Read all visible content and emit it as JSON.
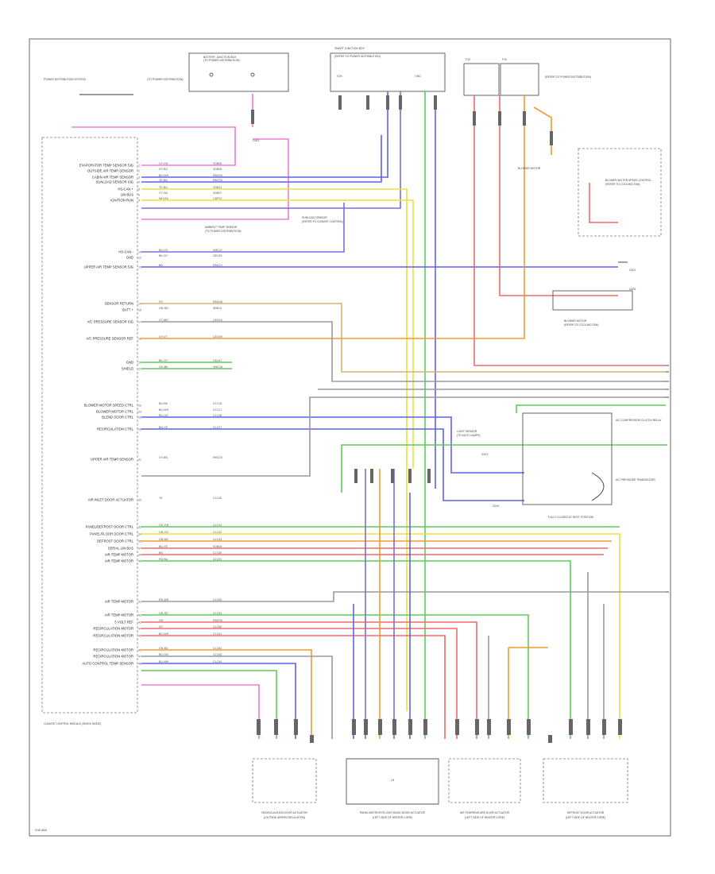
{
  "page_label": "CHS-ABS",
  "module": {
    "name": "CLIMATE CONTROL MODULE (MIXED MODE)"
  },
  "top_components": {
    "fuse_box_left": "BATTERY JUNCTION BOX",
    "fuse_box_left_note": "(TO POWER DISTRIBUTION)",
    "fuse_box_center": "SMART JUNCTION BOX",
    "fuse_box_center_note": "(REFER TO POWER DISTRIBUTION)",
    "left_note": "POWER DISTRIBUTION SYSTEM",
    "fuse_center_1": "SJB",
    "fuse_center_2": "GND",
    "fuse_right_1": "F12",
    "fuse_right_2": "F10",
    "ground_label": "G301",
    "right_note": "(REFER TO POWER DISTRIBUTION)"
  },
  "module_pins": [
    {
      "pin": "1",
      "label": "EVAPORATOR TEMP SENSOR SIG",
      "wire": "GY-GN",
      "cct": "VDB06"
    },
    {
      "pin": "2",
      "label": "OUTSIDE AIR TEMP SENSOR",
      "wire": "GY-BU",
      "cct": "VDB08"
    },
    {
      "pin": "3",
      "label": "CABIN AIR TEMP SENSOR",
      "wire": "BU-WH",
      "cct": "RMC04"
    },
    {
      "pin": "4",
      "label": "SUNLOAD SENSOR SIG",
      "wire": "YE-BU",
      "cct": "RMC34"
    },
    {
      "pin": "5",
      "label": "HS-CAN +",
      "wire": "YE-BU",
      "cct": "VDB12"
    },
    {
      "pin": "6",
      "label": "LIN BUS",
      "wire": "VT-GN",
      "cct": "VDB07"
    },
    {
      "pin": "9",
      "label": "IGNITION RUN",
      "wire": "WH-BU",
      "cct": "CBP22"
    },
    {
      "pin": "10",
      "label": "HS-CAN -",
      "wire": "BU-GY",
      "cct": "VMC17"
    },
    {
      "pin": "12",
      "label": "GND",
      "wire": "BK-GY",
      "cct": "GD139"
    },
    {
      "pin": "13",
      "label": "UPPER AIR TEMP SENSOR SIG",
      "wire": "BN",
      "cct": "RMC21"
    },
    {
      "pin": "14",
      "label": "SENSOR RETURN",
      "wire": "GY",
      "cct": "RMC26"
    },
    {
      "pin": "15",
      "label": "BATT +",
      "wire": "GN-RD",
      "cct": "SBB14"
    },
    {
      "pin": "17",
      "label": "A/C PRESSURE SENSOR SIG",
      "wire": "VT-WH",
      "cct": "CEG16"
    },
    {
      "pin": "18",
      "label": "A/C PRESSURE SENSOR REF",
      "wire": "GY-VT",
      "cct": "CEG09"
    },
    {
      "pin": "20",
      "label": "GND",
      "wire": "BK-GY",
      "cct": "GD147"
    },
    {
      "pin": "21",
      "label": "SHIELD",
      "wire": "OG-BK",
      "cct": "VMC18"
    },
    {
      "pin": "22",
      "label": "BLOWER MOTOR SPEED CTRL",
      "wire": "BU-BK",
      "cct": "CLC16"
    },
    {
      "pin": "23",
      "label": "BLOWER MOTOR CTRL",
      "wire": "BU-WH",
      "cct": "CLC17"
    },
    {
      "pin": "26",
      "label": "BLEND DOOR CTRL",
      "wire": "BU-OG",
      "cct": "CLC36"
    },
    {
      "pin": "28",
      "label": "RECIRCULATION CTRL",
      "wire": "BN-YE",
      "cct": "CLC27"
    },
    {
      "pin": "31",
      "label": "UPPER AIR TEMP SENSOR",
      "wire": "GY-BN",
      "cct": "RMC23"
    },
    {
      "pin": "32",
      "label": "AIR INLET DOOR ACTUATOR",
      "wire": "YE",
      "cct": "CLC40"
    },
    {
      "pin": "33",
      "label": "PANEL/DEFROST DOOR CTRL",
      "wire": "OG-GN",
      "cct": "CLC41"
    },
    {
      "pin": "34",
      "label": "PANEL/FLOOR DOOR CTRL",
      "wire": "GN-OG",
      "cct": "CLC42"
    },
    {
      "pin": "35",
      "label": "DEFROST DOOR CTRL",
      "wire": "GN-BN",
      "cct": "CLC43"
    },
    {
      "pin": "37",
      "label": "SERIAL LIN BUS",
      "wire": "BU-YE",
      "cct": "VDB04"
    },
    {
      "pin": "39",
      "label": "AIR TEMP MOTOR",
      "wire": "BN",
      "cct": "CLC50"
    },
    {
      "pin": "40",
      "label": "AIR TEMP MOTOR",
      "wire": "RD-BU",
      "cct": "CLC51"
    },
    {
      "pin": "41",
      "label": "AIR TEMP MOTOR",
      "wire": "RD-WH",
      "cct": "CLC52"
    },
    {
      "pin": "42",
      "label": "AIR TEMP MOTOR",
      "wire": "GN-RD",
      "cct": "CLC53"
    },
    {
      "pin": "43",
      "label": "5 VOLT REF",
      "wire": "OG",
      "cct": "RMC30"
    },
    {
      "pin": "44",
      "label": "RECIRCULATION MOTOR",
      "wire": "GY",
      "cct": "CLC60"
    },
    {
      "pin": "45",
      "label": "RECIRCULATION MOTOR",
      "wire": "BU-WH",
      "cct": "CLC61"
    },
    {
      "pin": "46",
      "label": "RECIRCULATION MOTOR",
      "wire": "GN-BU",
      "cct": "CLC62"
    },
    {
      "pin": "47",
      "label": "RECIRCULATION MOTOR",
      "wire": "BU-GN",
      "cct": "CLC63"
    },
    {
      "pin": "48",
      "label": "AUTO CONTROL TEMP SENSOR",
      "wire": "BU-WH",
      "cct": "CLC64"
    }
  ],
  "mid_components": {
    "ambient_sensor": "AMBIENT TEMP SENSOR",
    "ambient_sensor_note": "(TO POWER DISTRIBUTION)",
    "sunload_sensor": "SUNLOAD SENSOR",
    "sunload_note": "(REFER TO CLIMATE CONTROL)",
    "blower_module": "BLOWER MOTOR SPEED CONTROL",
    "blower_motor": "BLOWER MOTOR",
    "blower_note": "(REFER TO COOLING FAN)",
    "ground_1": "G201",
    "ground_2": "G203",
    "splice_1": "S201",
    "splice_2": "S205",
    "light_sensor": "LIGHT SENSOR",
    "light_sensor_note": "(TO AUTO LAMPS)",
    "ac_compressor": "A/C COMPRESSOR CLUTCH RELAY",
    "ac_pressure": "A/C PRESSURE TRANSDUCER",
    "ac_note": "FULLY CLOSED AT REST POSITION"
  },
  "bottom_actuators": [
    {
      "name": "RECIRCULATION DOOR ACTUATOR",
      "note": "(OUTSIDE AIR/RECIRCULATION)"
    },
    {
      "name": "PANEL/DEFROST/FLOOR MODE DOOR ACTUATOR",
      "note": "(LEFT SIDE OF HEATER CORE)",
      "extra": "LH"
    },
    {
      "name": "AIR TEMPERATURE DOOR ACTUATOR",
      "note": "(LEFT SIDE OF HEATER CORE)"
    },
    {
      "name": "DEFROST DOOR ACTUATOR",
      "note": "(LEFT SIDE OF HEATER CORE)"
    }
  ],
  "colors": {
    "pink": "#f07ad8",
    "purple": "#7f6bd8",
    "blue": "#5e62e6",
    "yellow": "#e8e23a",
    "green": "#5ccc5a",
    "orange": "#f5992e",
    "red": "#f06a6a",
    "gray": "#9a9a9a",
    "tan": "#d8b070"
  }
}
